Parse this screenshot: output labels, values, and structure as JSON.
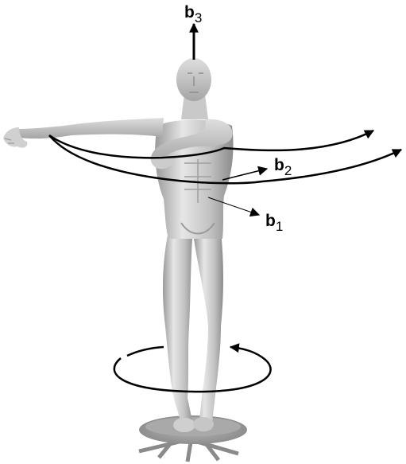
{
  "figure": {
    "subject": "figure-of-human-standing-on-rotating-platform",
    "colors": {
      "body_light": "#e4e4e4",
      "body_mid": "#b8b8b8",
      "body_dark": "#8a8a8a",
      "platform": "#9a9a9a",
      "arrow": "#000000"
    }
  },
  "labels": {
    "b3": {
      "main": "b",
      "sub": "3"
    },
    "b2": {
      "main": "b",
      "sub": "2"
    },
    "b1": {
      "main": "b",
      "sub": "1"
    }
  }
}
